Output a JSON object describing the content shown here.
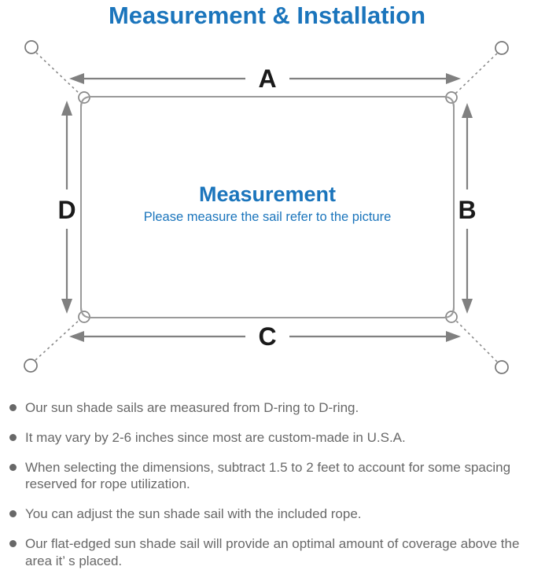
{
  "page": {
    "title": "Measurement & Installation"
  },
  "diagram": {
    "labels": {
      "top": "A",
      "right": "B",
      "bottom": "C",
      "left": "D"
    },
    "center_title": "Measurement",
    "center_subtitle": "Please measure the sail refer to the picture"
  },
  "notes": [
    {
      "text": "Our sun shade sails are measured from D-ring to D-ring."
    },
    {
      "text": "It may vary by 2-6 inches since most are custom-made in U.S.A."
    },
    {
      "text": "When selecting the dimensions, subtract 1.5 to 2 feet to account for some spacing reserved for rope utilization."
    },
    {
      "text": "You can adjust the sun shade sail with the included rope."
    },
    {
      "text": "Our flat-edged sun shade sail will provide an optimal amount of coverage above the area it’ s placed."
    }
  ],
  "colors": {
    "accent_blue": "#1b75bc",
    "line_gray": "#808080",
    "outline_gray": "#9a9a9a",
    "text_gray": "#686868",
    "label_black": "#1a1a1a"
  }
}
